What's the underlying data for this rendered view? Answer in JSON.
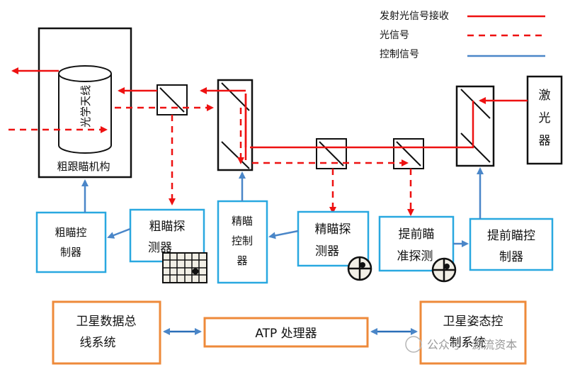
{
  "legend": {
    "signal_rx_label": "发射光信号接收",
    "optical_label": "光信号",
    "control_label": "控制信号"
  },
  "colors": {
    "signal": "#ee1111",
    "control": "#4a86c8",
    "detector_border": "#29a8e0",
    "processor_border": "#ee8a3a",
    "black": "#111111"
  },
  "blocks": {
    "coarse_mechanism": "粗跟瞄机构",
    "antenna": "光学天线",
    "laser": [
      "激",
      "光",
      "器"
    ],
    "coarse_controller": [
      "粗瞄控",
      "制器"
    ],
    "coarse_detector": [
      "粗瞄探",
      "测器"
    ],
    "fine_controller": [
      "精瞄",
      "控制",
      "器"
    ],
    "fine_detector": [
      "精瞄探",
      "测器"
    ],
    "lead_detector": [
      "提前瞄",
      "准探测"
    ],
    "lead_controller": [
      "提前瞄控",
      "制器"
    ],
    "satellite_bus": [
      "卫星数据总",
      "线系统"
    ],
    "atp_processor": "ATP 处理器",
    "attitude_control": [
      "卫星姿态控",
      "制系统"
    ]
  },
  "watermark": "公众号 · 源流资本"
}
